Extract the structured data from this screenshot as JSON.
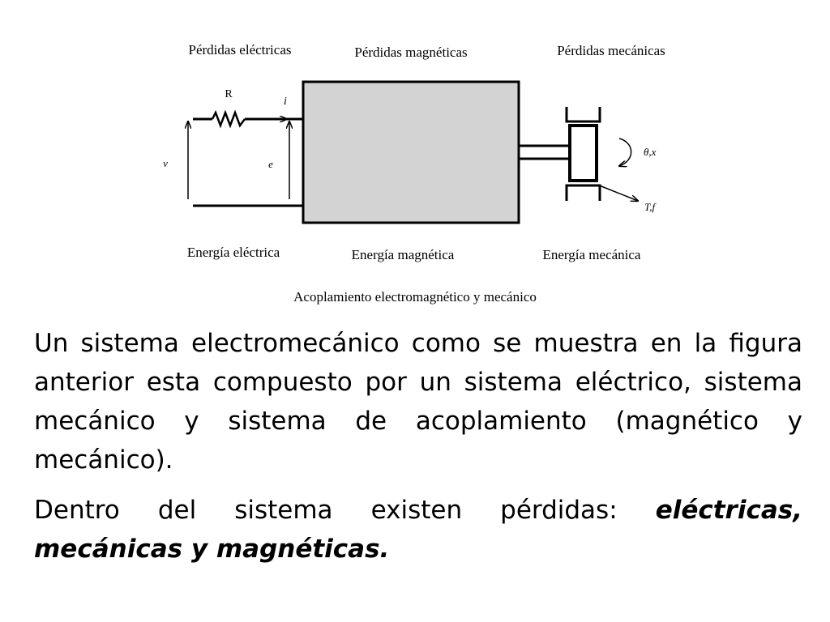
{
  "diagram": {
    "labels": {
      "electrical_losses": "Pérdidas eléctricas",
      "magnetic_losses": "Pérdidas magnéticas",
      "mechanical_losses": "Pérdidas mecánicas",
      "resistor": "R",
      "current": "i",
      "voltage": "v",
      "emf": "e",
      "angle_position": "θ,x",
      "torque_force": "T,f",
      "electrical_energy": "Energía eléctrica",
      "magnetic_energy": "Energía magnética",
      "mechanical_energy": "Energía mecánica"
    },
    "caption": "Acoplamiento electromagnético y mecánico",
    "colors": {
      "coupling_fill": "#d3d3d3",
      "stroke": "#000000"
    }
  },
  "paragraphs": {
    "p1": "Un sistema electromecánico como se muestra en la figura anterior esta compuesto por un sistema eléctrico, sistema mecánico y sistema de acoplamiento (magnético y mecánico).",
    "p2_intro": "Dentro del sistema existen pérdidas: ",
    "p2_emphasis": "eléctricas, mecánicas y magnéticas."
  }
}
